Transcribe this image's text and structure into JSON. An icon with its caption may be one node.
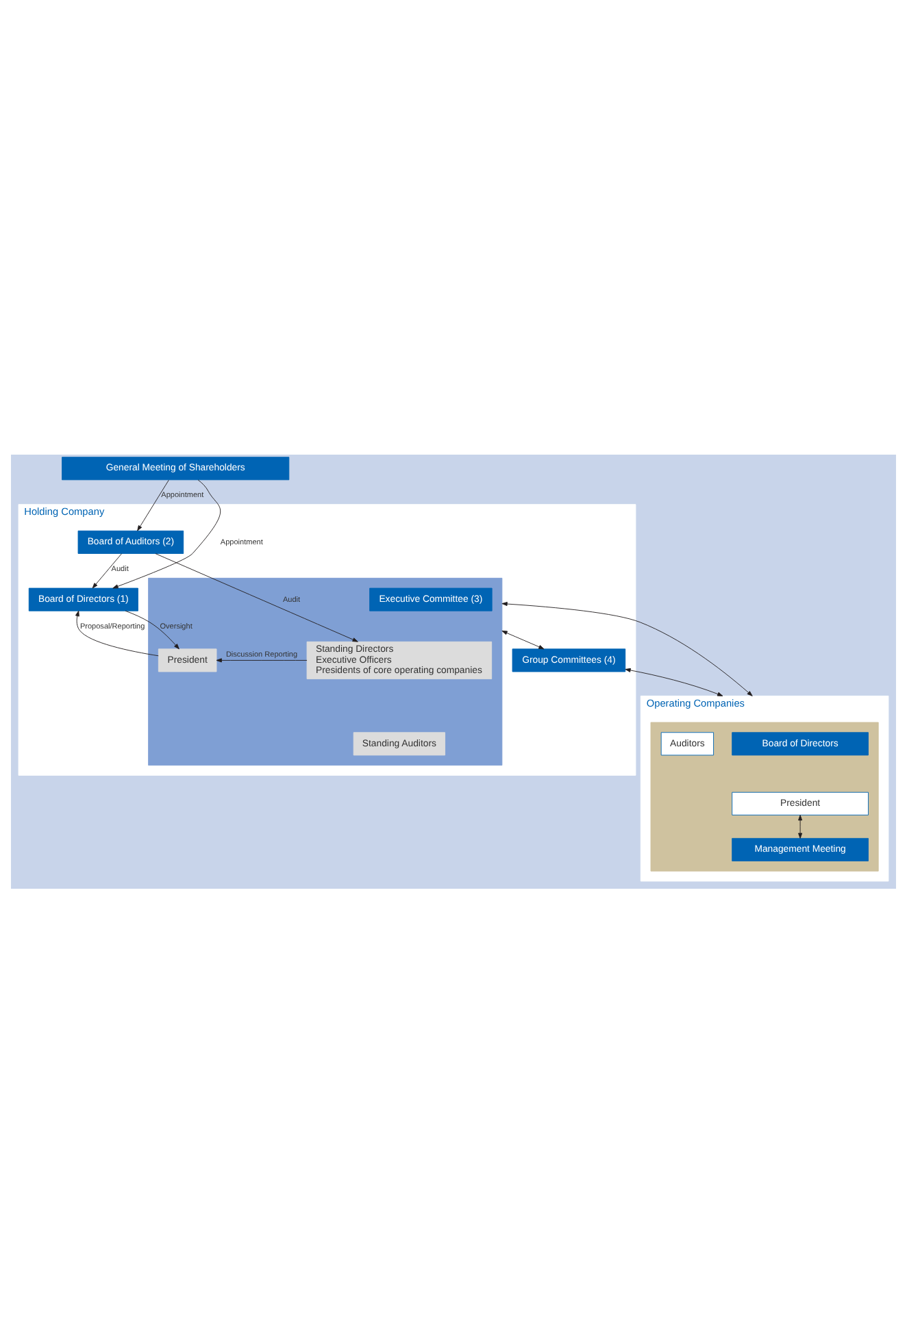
{
  "diagram": {
    "nodes": [
      {
        "text": [
          "General Meeting of Shareholders"
        ]
      },
      {
        "text": [
          "Holding Company"
        ]
      },
      {
        "text": [
          "Board of Directors (1)"
        ],
        "in": 1
      },
      {
        "text": [
          "Board of Auditors (2)"
        ],
        "in": 1
      },
      {
        "text": [],
        "shape": "box",
        "in": 1
      },
      {
        "text": [
          "Executive Committee (3)"
        ],
        "in": 4
      },
      {
        "text": [
          "President"
        ],
        "in": 4
      },
      {
        "text": [
          "Standing Directors",
          "Executive Officers",
          "Presidents of core operating companies"
        ],
        "in": 4
      },
      {
        "text": [
          "Standing Auditors"
        ],
        "in": 4
      },
      {
        "text": [
          "Group Committees (4)"
        ],
        "in": 1
      },
      {
        "text": [
          "Operating Companies"
        ]
      },
      {
        "text": [],
        "shape": "box",
        "in": 10
      },
      {
        "text": [
          "Board of Directors"
        ],
        "in": 11
      },
      {
        "text": [
          "President"
        ],
        "in": 11
      },
      {
        "text": [
          "Auditors"
        ],
        "in": 11
      },
      {
        "text": [
          "Management Meeting"
        ],
        "in": 11
      }
    ],
    "edges": [
      {
        "from": 0,
        "to": 2,
        "arrow": "to",
        "label": "Appointment"
      },
      {
        "from": 0,
        "to": 3,
        "arrow": "to",
        "label": "Appointment"
      },
      {
        "from": 3,
        "to": 2,
        "arrow": "to",
        "label": "Audit"
      },
      {
        "from": 2,
        "to": 6,
        "arrow": "to",
        "label": "Oversight"
      },
      {
        "from": 6,
        "to": 2,
        "arrow": "to",
        "label": "Proposal/Reporting"
      },
      {
        "from": 3,
        "to": 7,
        "arrow": "to",
        "label": "Audit"
      },
      {
        "from": 7,
        "to": 6,
        "arrow": "to",
        "label": "Discussion Reporting"
      },
      {
        "from": 4,
        "to": 10,
        "arrow": "both"
      },
      {
        "from": 4,
        "to": 9,
        "arrow": "both"
      },
      {
        "from": 9,
        "to": 10,
        "arrow": "both"
      },
      {
        "from": 13,
        "to": 15,
        "arrow": "both"
      }
    ]
  }
}
